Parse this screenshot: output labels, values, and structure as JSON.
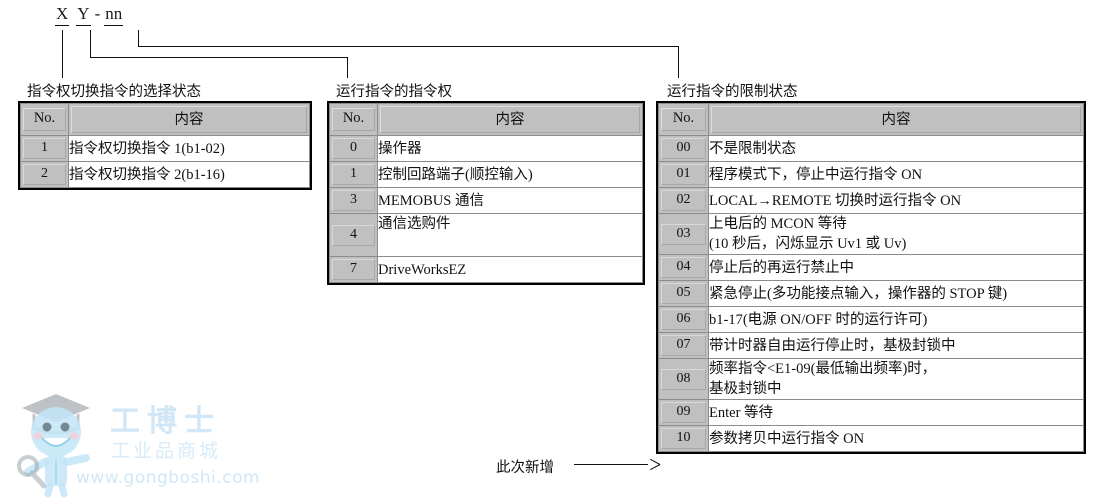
{
  "formula": {
    "tokens": [
      "X",
      "Y",
      "nn"
    ],
    "separator": "-"
  },
  "tables": [
    {
      "caption": "指令权切换指令的选择状态",
      "header": {
        "no": "No.",
        "content": "内容"
      },
      "rows": [
        {
          "no": "1",
          "lines": [
            "指令权切换指令 1(b1-02)"
          ]
        },
        {
          "no": "2",
          "lines": [
            "指令权切换指令 2(b1-16)"
          ]
        }
      ]
    },
    {
      "caption": "运行指令的指令权",
      "header": {
        "no": "No.",
        "content": "内容"
      },
      "rows": [
        {
          "no": "0",
          "lines": [
            "操作器"
          ]
        },
        {
          "no": "1",
          "lines": [
            "控制回路端子(顺控输入)"
          ]
        },
        {
          "no": "3",
          "lines": [
            "MEMOBUS 通信"
          ]
        },
        {
          "no": "4",
          "lines": [
            "通信选购件",
            ""
          ]
        },
        {
          "no": "7",
          "lines": [
            "DriveWorksEZ"
          ]
        }
      ]
    },
    {
      "caption": "运行指令的限制状态",
      "header": {
        "no": "No.",
        "content": "内容"
      },
      "rows": [
        {
          "no": "00",
          "lines": [
            "不是限制状态"
          ]
        },
        {
          "no": "01",
          "lines": [
            "程序模式下，停止中运行指令 ON"
          ]
        },
        {
          "no": "02",
          "lines": [
            "LOCAL→REMOTE 切换时运行指令 ON"
          ]
        },
        {
          "no": "03",
          "lines": [
            "上电后的 MCON 等待",
            "(10 秒后，闪烁显示 Uv1 或 Uv)"
          ]
        },
        {
          "no": "04",
          "lines": [
            "停止后的再运行禁止中"
          ]
        },
        {
          "no": "05",
          "lines": [
            "紧急停止(多功能接点输入，操作器的 STOP 键)"
          ]
        },
        {
          "no": "06",
          "lines": [
            "b1-17(电源 ON/OFF 时的运行许可)"
          ]
        },
        {
          "no": "07",
          "lines": [
            "带计时器自由运行停止时，基极封锁中"
          ]
        },
        {
          "no": "08",
          "lines": [
            "频率指令<E1-09(最低输出频率)时，",
            "基极封锁中"
          ]
        },
        {
          "no": "09",
          "lines": [
            "Enter 等待"
          ]
        },
        {
          "no": "10",
          "lines": [
            "参数拷贝中运行指令 ON"
          ]
        }
      ]
    }
  ],
  "annotation": {
    "label": "此次新增"
  },
  "watermark": {
    "brand": "工博士",
    "tagline": "工业品商城",
    "url": "www.gongboshi.com",
    "color": "#cfe6f7"
  }
}
